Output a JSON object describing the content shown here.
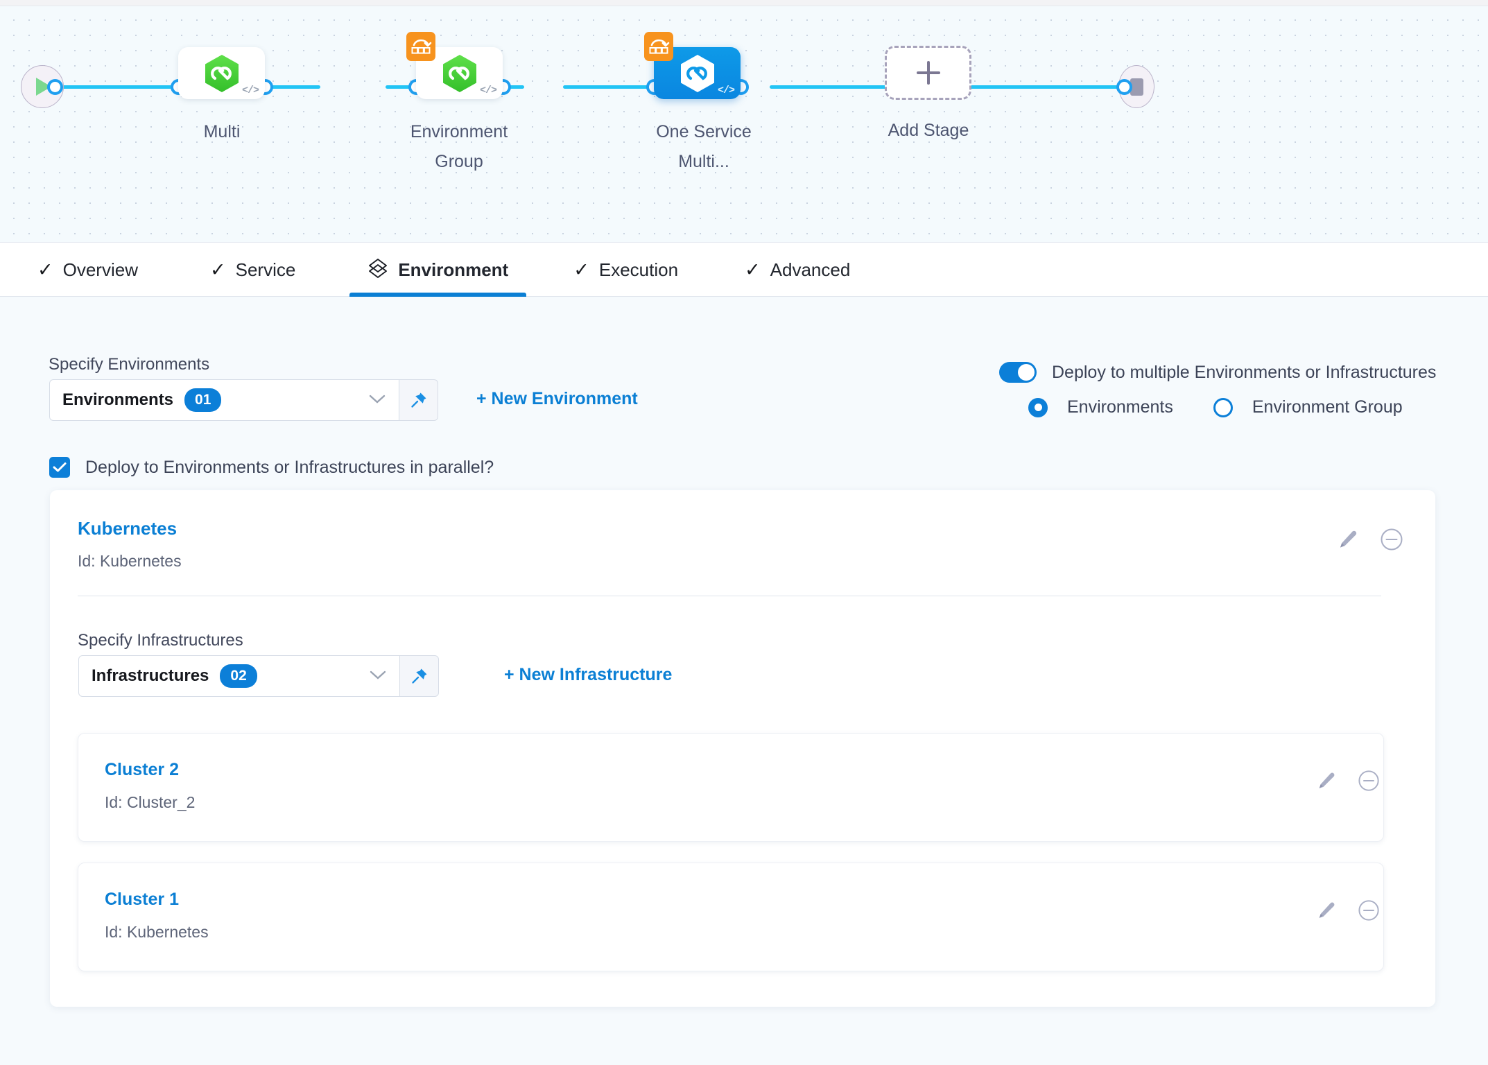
{
  "pipeline": {
    "start_node": "start-node",
    "end_node": "end-node",
    "stages": [
      {
        "label": "Multi",
        "selected": false,
        "has_badge": false
      },
      {
        "label": "Environment Group",
        "selected": false,
        "has_badge": true
      },
      {
        "label": "One Service Multi...",
        "selected": true,
        "has_badge": true
      }
    ],
    "add_stage_label": "Add Stage"
  },
  "tabs": [
    {
      "label": "Overview",
      "icon": "check-icon",
      "active": false
    },
    {
      "label": "Service",
      "icon": "check-icon",
      "active": false
    },
    {
      "label": "Environment",
      "icon": "layers-icon",
      "active": true
    },
    {
      "label": "Execution",
      "icon": "check-icon",
      "active": false
    },
    {
      "label": "Advanced",
      "icon": "check-icon",
      "active": false
    }
  ],
  "environments": {
    "section_label": "Specify Environments",
    "select_value": "Environments",
    "select_count": "01",
    "new_link": "+ New Environment",
    "parallel_checkbox_label": "Deploy to Environments or Infrastructures in parallel?",
    "parallel_checked": true
  },
  "multi_deploy": {
    "toggle_label": "Deploy to multiple Environments or Infrastructures",
    "toggle_on": true,
    "options": [
      {
        "label": "Environments",
        "selected": true
      },
      {
        "label": "Environment Group",
        "selected": false
      }
    ]
  },
  "environment_card": {
    "name": "Kubernetes",
    "id_label": "Id: Kubernetes",
    "edit_icon": "pencil-icon",
    "remove_icon": "minus-circle-icon",
    "infrastructures": {
      "section_label": "Specify Infrastructures",
      "select_value": "Infrastructures",
      "select_count": "02",
      "new_link": "+ New Infrastructure",
      "items": [
        {
          "name": "Cluster 2",
          "id_label": "Id: Cluster_2"
        },
        {
          "name": "Cluster 1",
          "id_label": "Id: Kubernetes"
        }
      ]
    }
  },
  "colors": {
    "accent_blue": "#0b7fd4",
    "rail_blue": "#22c4f5",
    "node_green": "#4cd137",
    "badge_orange": "#f7931e"
  }
}
